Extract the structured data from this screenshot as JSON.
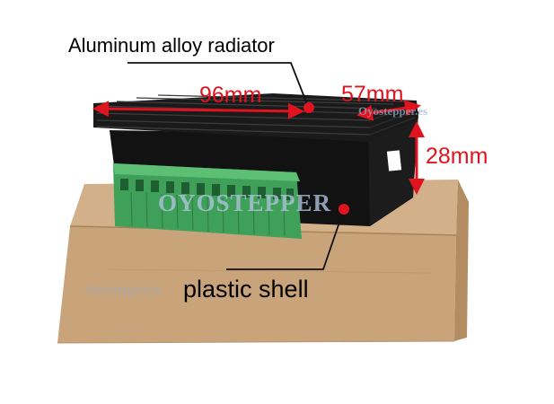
{
  "labels": {
    "heatsink": "Aluminum alloy radiator",
    "shell": "plastic shell"
  },
  "dimensions": {
    "width": "96mm",
    "depth": "57mm",
    "height": "28mm"
  },
  "watermarks": {
    "top": "Oyostepper.es",
    "center": "OYOSTEPPER",
    "box": "Oyostepper.es"
  },
  "colors": {
    "dimension": "#e0141f",
    "heatsink": "#121212",
    "terminal": "#3fa05a",
    "box": "#c9a37a"
  },
  "icons": [
    "red-marker-dot",
    "dimension-arrow"
  ]
}
